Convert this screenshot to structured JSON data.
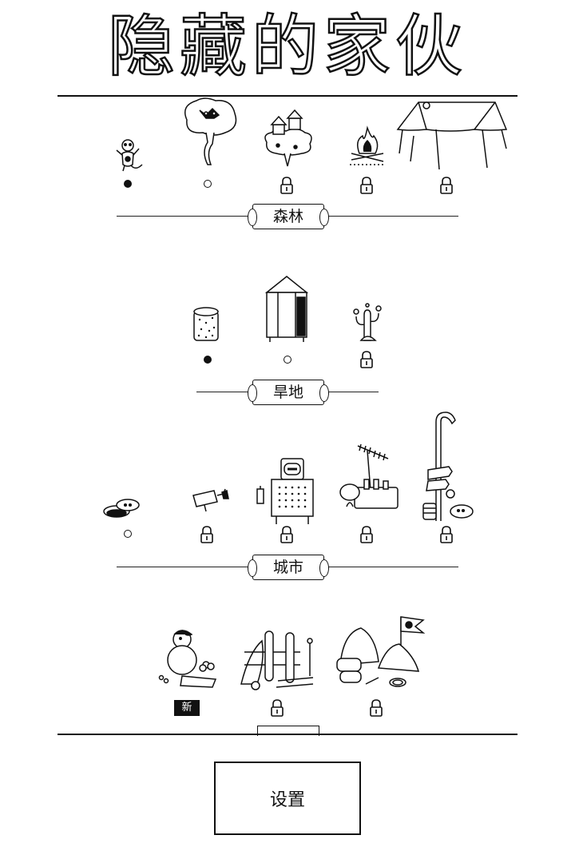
{
  "title": "隐藏的家伙",
  "sections": [
    {
      "label": "森林",
      "levels": [
        {
          "icon": "stickman-level-icon",
          "state": "completed"
        },
        {
          "icon": "tree-level-icon",
          "state": "available"
        },
        {
          "icon": "treehouse-island-level-icon",
          "state": "locked"
        },
        {
          "icon": "campfire-level-icon",
          "state": "locked"
        },
        {
          "icon": "tent-level-icon",
          "state": "locked"
        }
      ]
    },
    {
      "label": "旱地",
      "levels": [
        {
          "icon": "log-level-icon",
          "state": "completed"
        },
        {
          "icon": "water-tower-level-icon",
          "state": "available"
        },
        {
          "icon": "cactus-level-icon",
          "state": "locked"
        }
      ]
    },
    {
      "label": "城市",
      "levels": [
        {
          "icon": "manhole-level-icon",
          "state": "available"
        },
        {
          "icon": "security-camera-level-icon",
          "state": "locked"
        },
        {
          "icon": "arcade-machine-level-icon",
          "state": "locked"
        },
        {
          "icon": "rooftop-antenna-level-icon",
          "state": "locked"
        },
        {
          "icon": "street-lamp-level-icon",
          "state": "locked"
        }
      ]
    },
    {
      "label": "",
      "levels": [
        {
          "icon": "snowman-level-icon",
          "state": "new",
          "badge": "新"
        },
        {
          "icon": "ski-rack-level-icon",
          "state": "locked"
        },
        {
          "icon": "mountain-camp-level-icon",
          "state": "locked"
        }
      ]
    }
  ],
  "settings_label": "设置",
  "colors": {
    "ink": "#111111",
    "background": "#ffffff"
  }
}
